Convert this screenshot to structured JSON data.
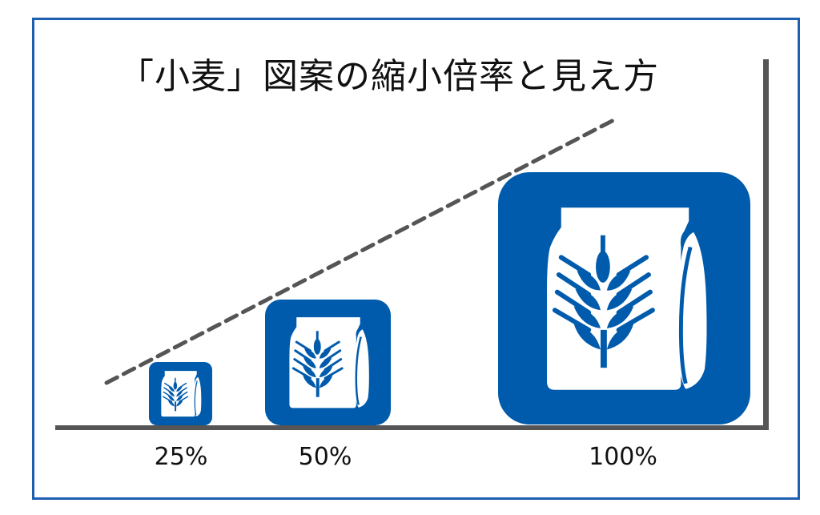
{
  "title": "「小麦」図案の縮小倍率と見え方",
  "colors": {
    "icon_blue": "#005bac",
    "frame_blue": "#1f5fb0",
    "axis_gray": "#555555",
    "trend_gray": "#555555"
  },
  "icon": {
    "name": "wheat-flour-bag-icon"
  },
  "scales": [
    {
      "label": "25%",
      "percent": 25
    },
    {
      "label": "50%",
      "percent": 50
    },
    {
      "label": "100%",
      "percent": 100
    }
  ],
  "trend_line": {
    "style": "dashed",
    "direction": "increasing"
  }
}
